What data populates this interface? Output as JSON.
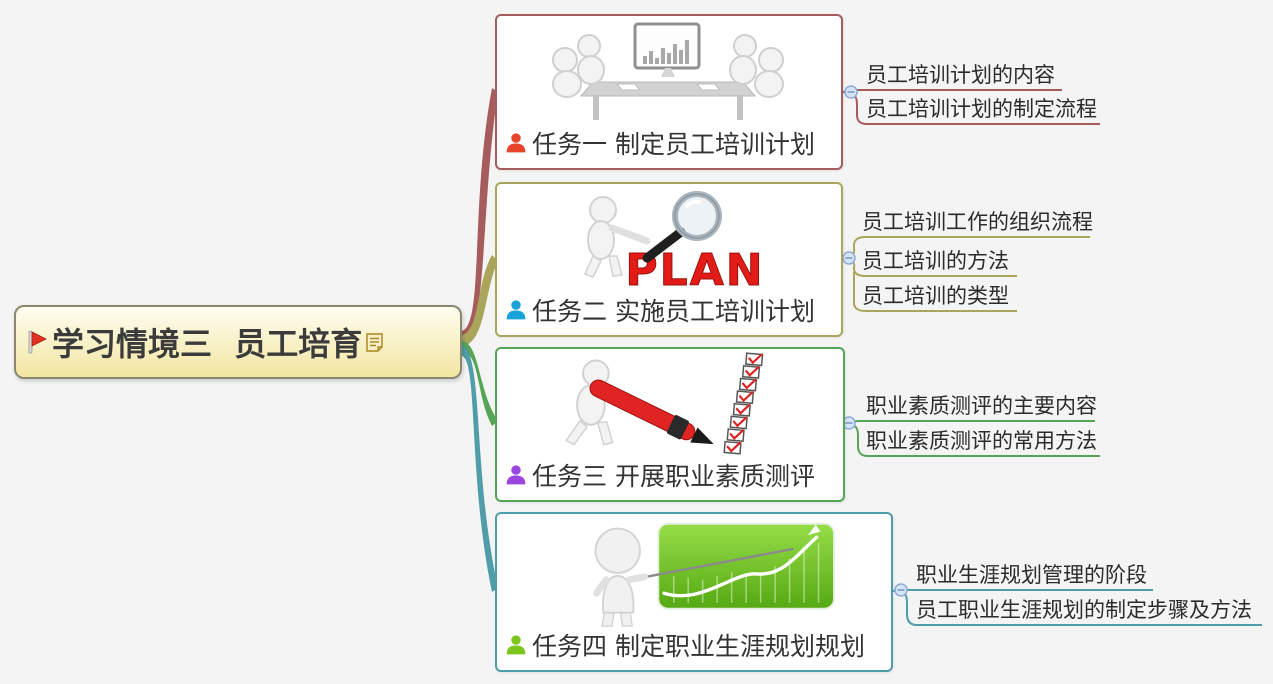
{
  "page": {
    "background": "#f4f4f4"
  },
  "root": {
    "title": "学习情境三  员工培育",
    "border_color": "#8b8872",
    "fill_top": "#fffdf0",
    "fill_bottom": "#f2e6a2",
    "icons": {
      "marker": "red-flag-icon",
      "note": "notes-icon"
    }
  },
  "branches": [
    {
      "label": "任务一 制定员工培训计划",
      "color": "#a65c5c",
      "person_icon_color": "#e8432b",
      "illustration": "3d-figures-meeting-table-with-chart-monitor",
      "children": [
        {
          "label": "员工培训计划的内容"
        },
        {
          "label": "员工培训计划的制定流程"
        }
      ]
    },
    {
      "label": "任务二 实施员工培训计划",
      "color": "#a9a65b",
      "person_icon_color": "#17a2d8",
      "illustration": "3d-figure-magnifier-over-plan",
      "image_text": "PLAN",
      "children": [
        {
          "label": "员工培训工作的组织流程"
        },
        {
          "label": "员工培训的方法"
        },
        {
          "label": "员工培训的类型"
        }
      ]
    },
    {
      "label": "任务三 开展职业素质测评",
      "color": "#56a556",
      "person_icon_color": "#9a45e0",
      "illustration": "3d-figure-red-pen-checklist",
      "children": [
        {
          "label": "职业素质测评的主要内容"
        },
        {
          "label": "职业素质测评的常用方法"
        }
      ]
    },
    {
      "label": "任务四 制定职业生涯规划规划",
      "color": "#4f9da8",
      "person_icon_color": "#7cc41e",
      "illustration": "3d-figure-presenting-growth-chart",
      "children": [
        {
          "label": "职业生涯规划管理的阶段"
        },
        {
          "label": "员工职业生涯规划的制定步骤及方法"
        }
      ]
    }
  ]
}
